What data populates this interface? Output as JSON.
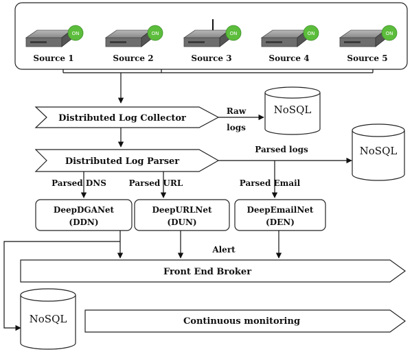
{
  "sources": [
    {
      "label": "Source 1",
      "status": "ON"
    },
    {
      "label": "Source 2",
      "status": "ON"
    },
    {
      "label": "Source 3",
      "status": "ON"
    },
    {
      "label": "Source 4",
      "status": "ON"
    },
    {
      "label": "Source 5",
      "status": "ON"
    }
  ],
  "collector": {
    "label": "Distributed Log Collector"
  },
  "raw_logs": {
    "line1": "Raw",
    "line2": "logs"
  },
  "db_raw": {
    "label": "NoSQL"
  },
  "parser": {
    "label": "Distributed Log Parser"
  },
  "parsed_logs": {
    "label": "Parsed logs"
  },
  "db_parsed": {
    "label": "NoSQL"
  },
  "parsed_dns": {
    "label": "Parsed DNS"
  },
  "parsed_url": {
    "label": "Parsed URL"
  },
  "parsed_email": {
    "label": "Parsed Email"
  },
  "ddn": {
    "line1": "DeepDGANet",
    "line2": "(DDN)"
  },
  "dun": {
    "line1": "DeepURLNet",
    "line2": "(DUN)"
  },
  "den": {
    "line1": "DeepEmailNet",
    "line2": "(DEN)"
  },
  "alert": {
    "label": "Alert"
  },
  "broker": {
    "label": "Front End Broker"
  },
  "db_monitor": {
    "label": "NoSQL"
  },
  "monitoring": {
    "label": "Continuous monitoring"
  },
  "colors": {
    "status_green": "#5cbd3c",
    "server_gray": "#8a8a8a"
  }
}
